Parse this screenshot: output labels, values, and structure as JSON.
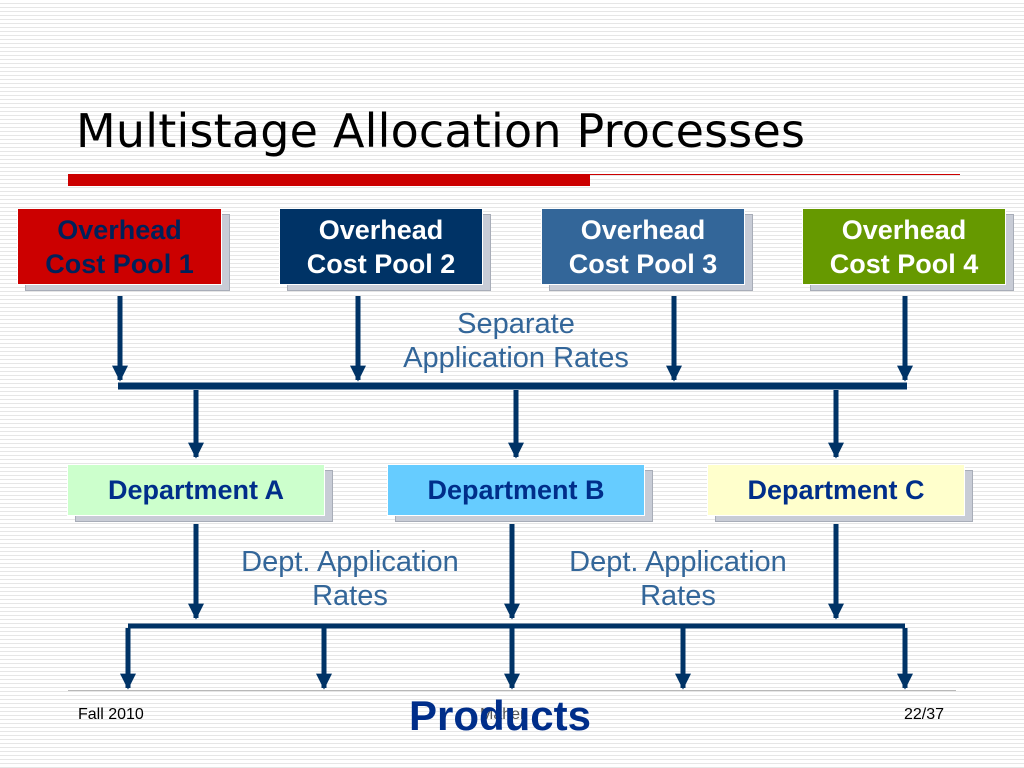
{
  "slide": {
    "title": "Multistage Allocation Processes",
    "products_label": "Products"
  },
  "pools": [
    {
      "line1": "Overhead",
      "line2": "Cost Pool 1"
    },
    {
      "line1": "Overhead",
      "line2": "Cost Pool 2"
    },
    {
      "line1": "Overhead",
      "line2": "Cost Pool 3"
    },
    {
      "line1": "Overhead",
      "line2": "Cost Pool 4"
    }
  ],
  "departments": [
    {
      "label": "Department A"
    },
    {
      "label": "Department B"
    },
    {
      "label": "Department C"
    }
  ],
  "labels": {
    "separate_line1": "Separate",
    "separate_line2": "Application Rates",
    "dept_rates_left_line1": "Dept. Application",
    "dept_rates_left_line2": "Rates",
    "dept_rates_right_line1": "Dept. Application",
    "dept_rates_right_line2": "Rates"
  },
  "footer": {
    "left": "Fall 2010",
    "center": "Maher",
    "right": "22/37"
  },
  "colors": {
    "arrow": "#003366",
    "title_bar": "#cc0000",
    "pool1": "#cc0000",
    "pool2": "#003366",
    "pool3": "#336699",
    "pool4": "#669900",
    "dept_a": "#ccffcc",
    "dept_b": "#66ccff",
    "dept_c": "#ffffcc",
    "label_text": "#336699",
    "dept_text": "#002e8a"
  }
}
